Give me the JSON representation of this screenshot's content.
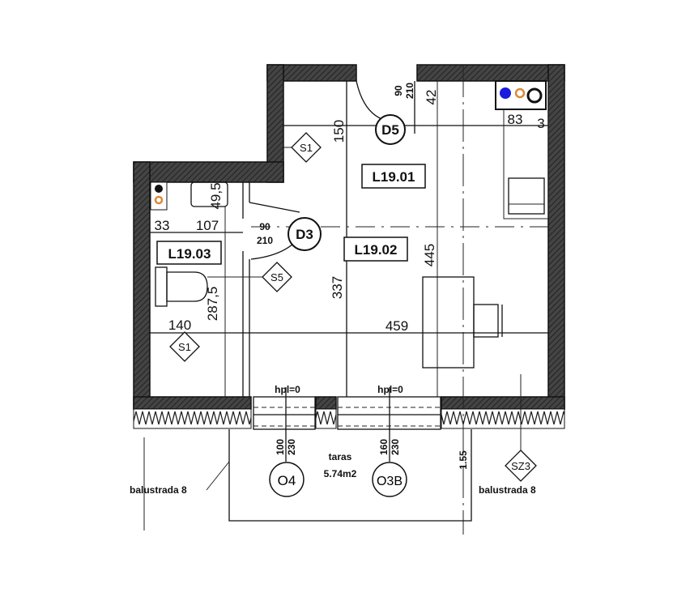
{
  "rooms": {
    "r1": "L19.01",
    "r2": "L19.02",
    "r3": "L19.03"
  },
  "dimensions": {
    "d150": "150",
    "d42": "42",
    "d445": "445",
    "d337": "337",
    "d287": "287,5",
    "d140": "140",
    "d459": "459",
    "d33": "33",
    "d107": "107",
    "d49": "49,5",
    "d83": "83",
    "d3": "3",
    "d155": "1.55"
  },
  "doors": {
    "d5": {
      "id": "D5",
      "width": "90",
      "height": "210"
    },
    "d3": {
      "id": "D3",
      "width": "90",
      "height": "210"
    }
  },
  "windows": {
    "o4": {
      "id": "O4",
      "width": "100",
      "height": "230",
      "hpl": "hpl=0"
    },
    "o3b": {
      "id": "O3B",
      "width": "160",
      "height": "230",
      "hpl": "hpl=0"
    }
  },
  "tags": {
    "s1a": "S1",
    "s1b": "S1",
    "s5": "S5",
    "sz3": "SZ3"
  },
  "terrace": {
    "name": "taras",
    "area": "5.74m2",
    "balustrade_left": "balustrada 8",
    "balustrade_right": "balustrada 8"
  },
  "colors": {
    "wall": "#333333",
    "accent_blue": "#1a1adf",
    "accent_orange": "#d98a3a"
  }
}
